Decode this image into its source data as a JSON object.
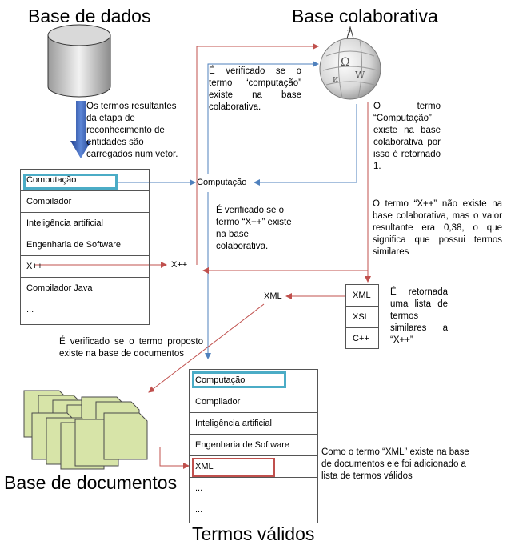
{
  "titles": {
    "base_dados": "Base de dados",
    "base_colaborativa": "Base colaborativa",
    "base_documentos": "Base de documentos",
    "termos_validos": "Termos válidos"
  },
  "notes": {
    "termos_resultantes": "Os termos resultantes da etapa de reconhecimento de entidades são carregados num vetor.",
    "verificado_computacao": "É verificado se o termo “computação” existe na base colaborativa.",
    "termo_computacao_existe": "O termo “Computação” existe na base colaborativa por isso é retornado 1.",
    "verificado_xpp": "É verificado se o termo “X++” existe na base colaborativa.",
    "termo_xpp_nao_existe": "O termo “X++” não existe na base colaborativa, mas o valor resultante era 0,38, o que significa que possui termos similares",
    "retornada_lista": "É retornada uma lista de termos similares a “X++”",
    "verificado_documentos": "É verificado se o termo proposto existe na base de documentos",
    "xml_adicionado": "Como o termo “XML” existe na base de documentos ele foi adicionado a lista de termos válidos"
  },
  "vector": [
    "Computação",
    "Compilador",
    "Inteligência artificial",
    "Engenharia de Software",
    "X++",
    "Compilador Java",
    "..."
  ],
  "similar": [
    "XML",
    "XSL",
    "C++"
  ],
  "valid": [
    "Computação",
    "Compilador",
    "Inteligência artificial",
    "Engenharia de Software",
    "XML",
    "...",
    "..."
  ],
  "floating": {
    "computacao": "Computação",
    "xpp": "X++",
    "xml": "XML"
  },
  "icons": {
    "database": "database-cylinder-icon",
    "wiki": "wikipedia-globe-icon",
    "documents": "document-stack-icon",
    "arrow": "down-arrow-icon"
  },
  "colors": {
    "blue_line": "#4f81bd",
    "red_line": "#c0504d",
    "teal_box": "#4bacc6",
    "doc_fill": "#d7e4a8"
  }
}
